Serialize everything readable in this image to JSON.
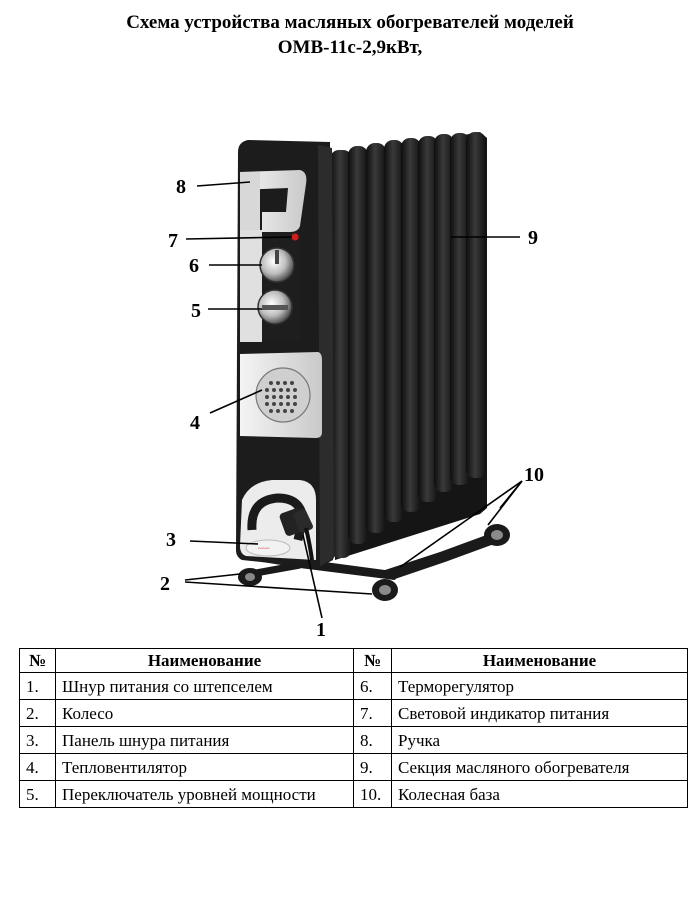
{
  "document": {
    "title_line1": "Схема устройства масляных обогревателей моделей",
    "title_line2": "ОМВ-11с-2,9кВт,"
  },
  "figure": {
    "callouts": [
      "1",
      "2",
      "3",
      "4",
      "5",
      "6",
      "7",
      "8",
      "9",
      "10"
    ],
    "colors": {
      "body": "#1c1c1c",
      "panel": "#e6e6e6",
      "indicator": "#d41c1c"
    }
  },
  "table": {
    "headers": {
      "num_left": "№",
      "name_left": "Наименование",
      "num_right": "№",
      "name_right": "Наименование"
    },
    "rows": [
      {
        "n1": "1.",
        "name1": "Шнур питания со штепселем",
        "n2": "6.",
        "name2": "Терморегулятор"
      },
      {
        "n1": "2.",
        "name1": "Колесо",
        "n2": "7.",
        "name2": "Световой индикатор питания"
      },
      {
        "n1": "3.",
        "name1": "Панель шнура питания",
        "n2": "8.",
        "name2": "Ручка"
      },
      {
        "n1": "4.",
        "name1": "Тепловентилятор",
        "n2": "9.",
        "name2": "Секция масляного обогревателя"
      },
      {
        "n1": "5.",
        "name1": "Переключатель уровней мощности",
        "n2": "10.",
        "name2": "Колесная база"
      }
    ]
  }
}
